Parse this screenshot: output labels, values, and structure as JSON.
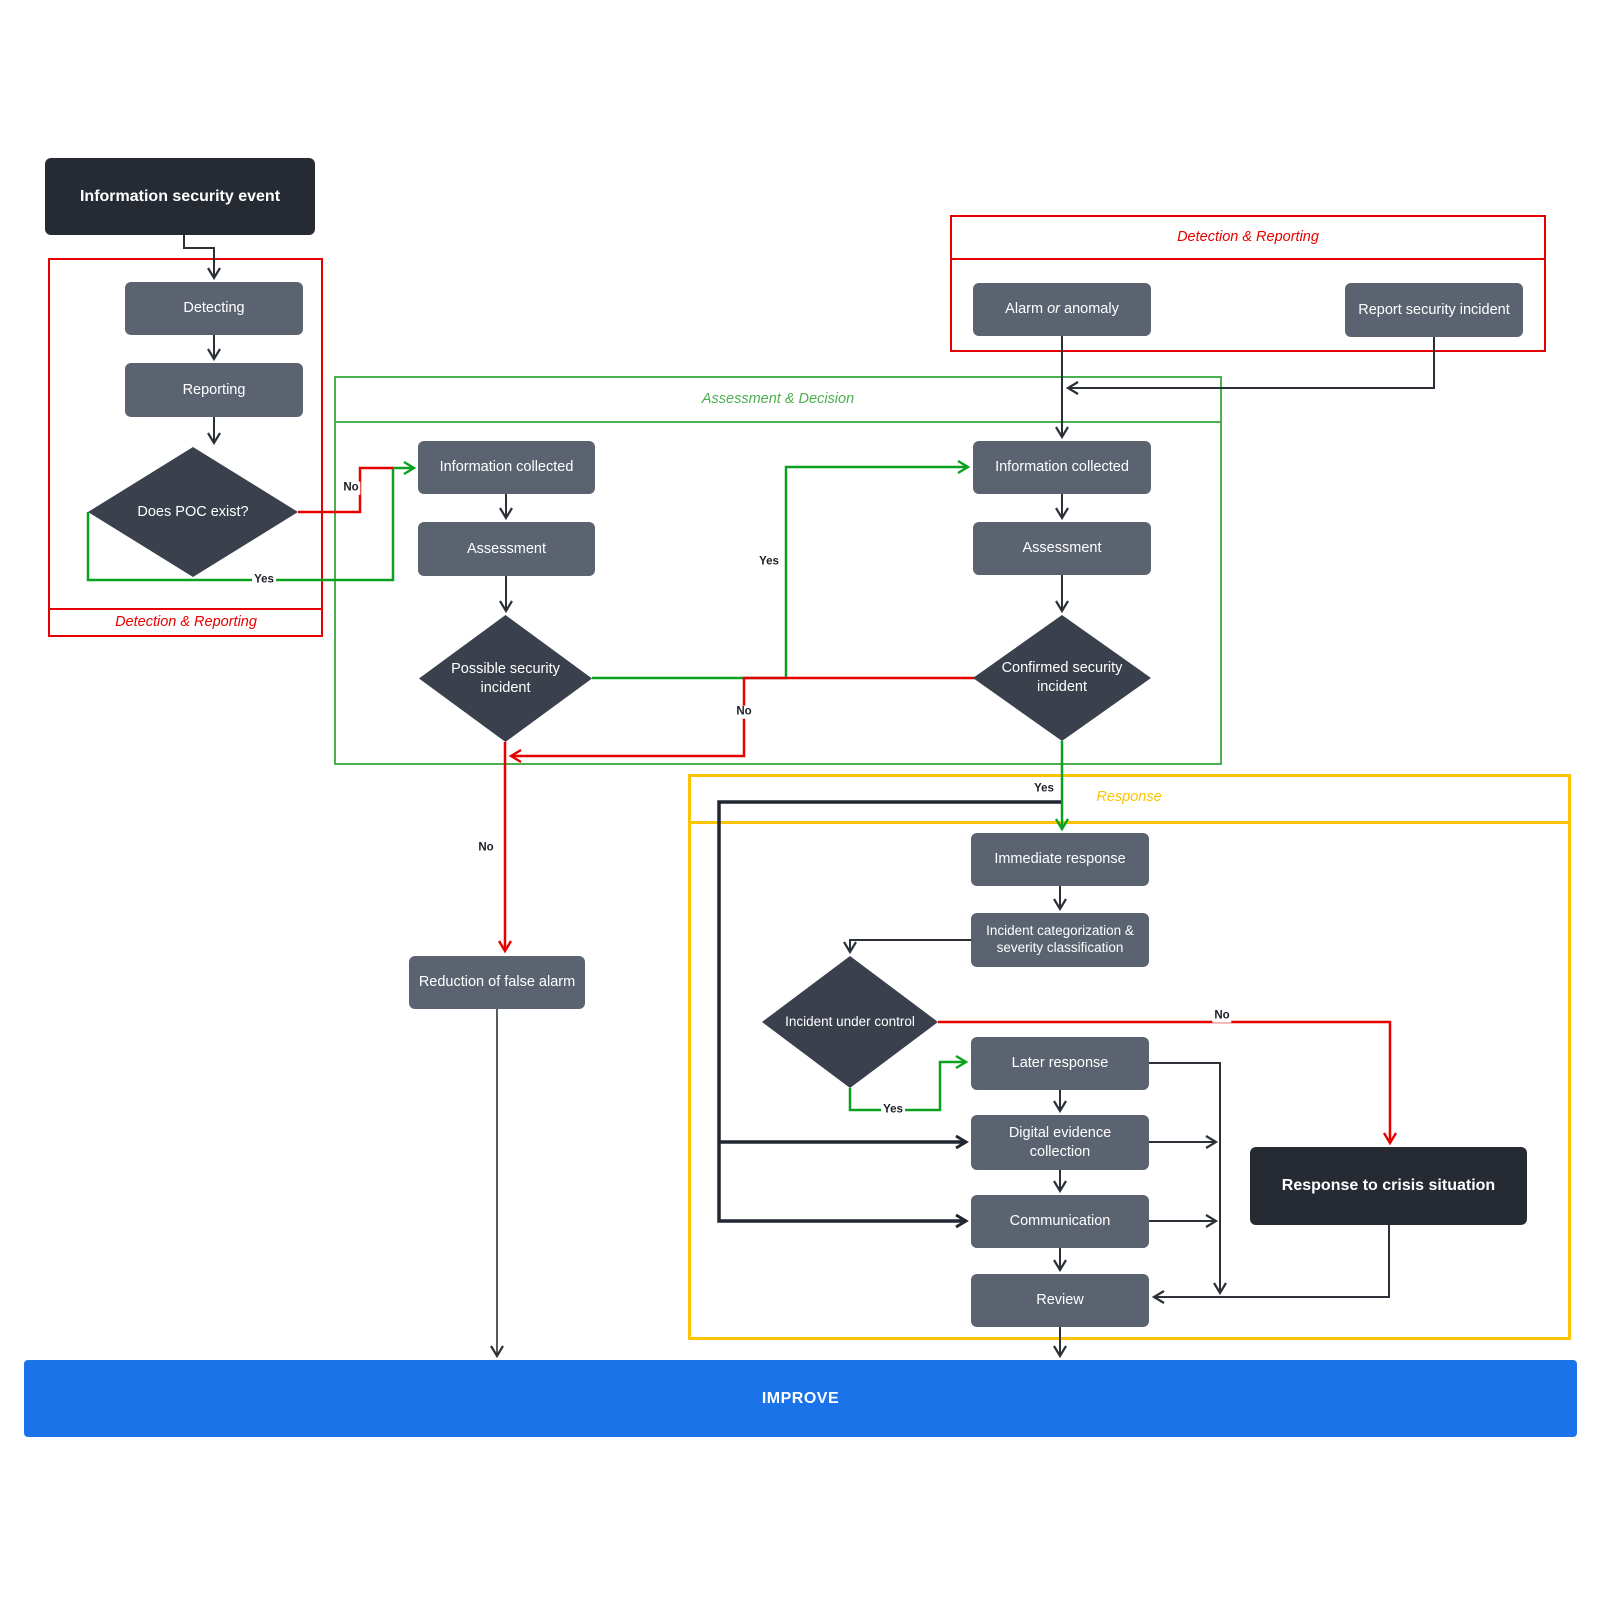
{
  "colors": {
    "group_red": "#e60000",
    "group_green": "#4caf50",
    "group_yellow": "#fcc400",
    "line_black": "#2b3137",
    "line_red": "#e60000",
    "line_green": "#0aa120",
    "process_fill": "#5c6370",
    "decision_fill": "#3a414c",
    "terminal_fill": "#262b33",
    "improve_blue": "#1a73e8",
    "text_white": "#ffffff"
  },
  "groups": {
    "detection_left": {
      "title": "Detection & Reporting"
    },
    "detection_right": {
      "title": "Detection & Reporting"
    },
    "assessment": {
      "title": "Assessment & Decision"
    },
    "response": {
      "title": "Response"
    }
  },
  "nodes": {
    "info_security_event": {
      "label": "Information security event"
    },
    "detecting": {
      "label": "Detecting"
    },
    "reporting": {
      "label": "Reporting"
    },
    "does_poc_exist": {
      "label": "Does POC exist?"
    },
    "alarm_or_anomaly": {
      "pre": "Alarm ",
      "italic": "or",
      "post": " anomaly"
    },
    "report_security_incident": {
      "label": "Report security incident"
    },
    "info_collected_left": {
      "label": "Information collected"
    },
    "assessment_left": {
      "label": "Assessment"
    },
    "possible_security_incident": {
      "label": "Possible security incident"
    },
    "info_collected_right": {
      "label": "Information collected"
    },
    "assessment_right": {
      "label": "Assessment"
    },
    "confirmed_security_incident": {
      "label": "Confirmed security incident"
    },
    "immediate_response": {
      "label": "Immediate response"
    },
    "incident_categorization": {
      "label": "Incident categorization & severity classification"
    },
    "incident_under_control": {
      "label": "Incident under control"
    },
    "later_response": {
      "label": "Later response"
    },
    "digital_evidence_collection": {
      "label": "Digital evidence collection"
    },
    "communication": {
      "label": "Communication"
    },
    "review": {
      "label": "Review"
    },
    "reduction_of_false_alarm": {
      "label": "Reduction of false alarm"
    },
    "response_to_crisis": {
      "label": "Response to crisis situation"
    },
    "improve": {
      "label": "IMPROVE"
    }
  },
  "edge_labels": {
    "poc_no": "No",
    "poc_yes": "Yes",
    "possible_yes": "Yes",
    "confirmed_no": "No",
    "possible_no": "No",
    "confirmed_yes": "Yes",
    "control_no": "No",
    "control_yes": "Yes"
  }
}
